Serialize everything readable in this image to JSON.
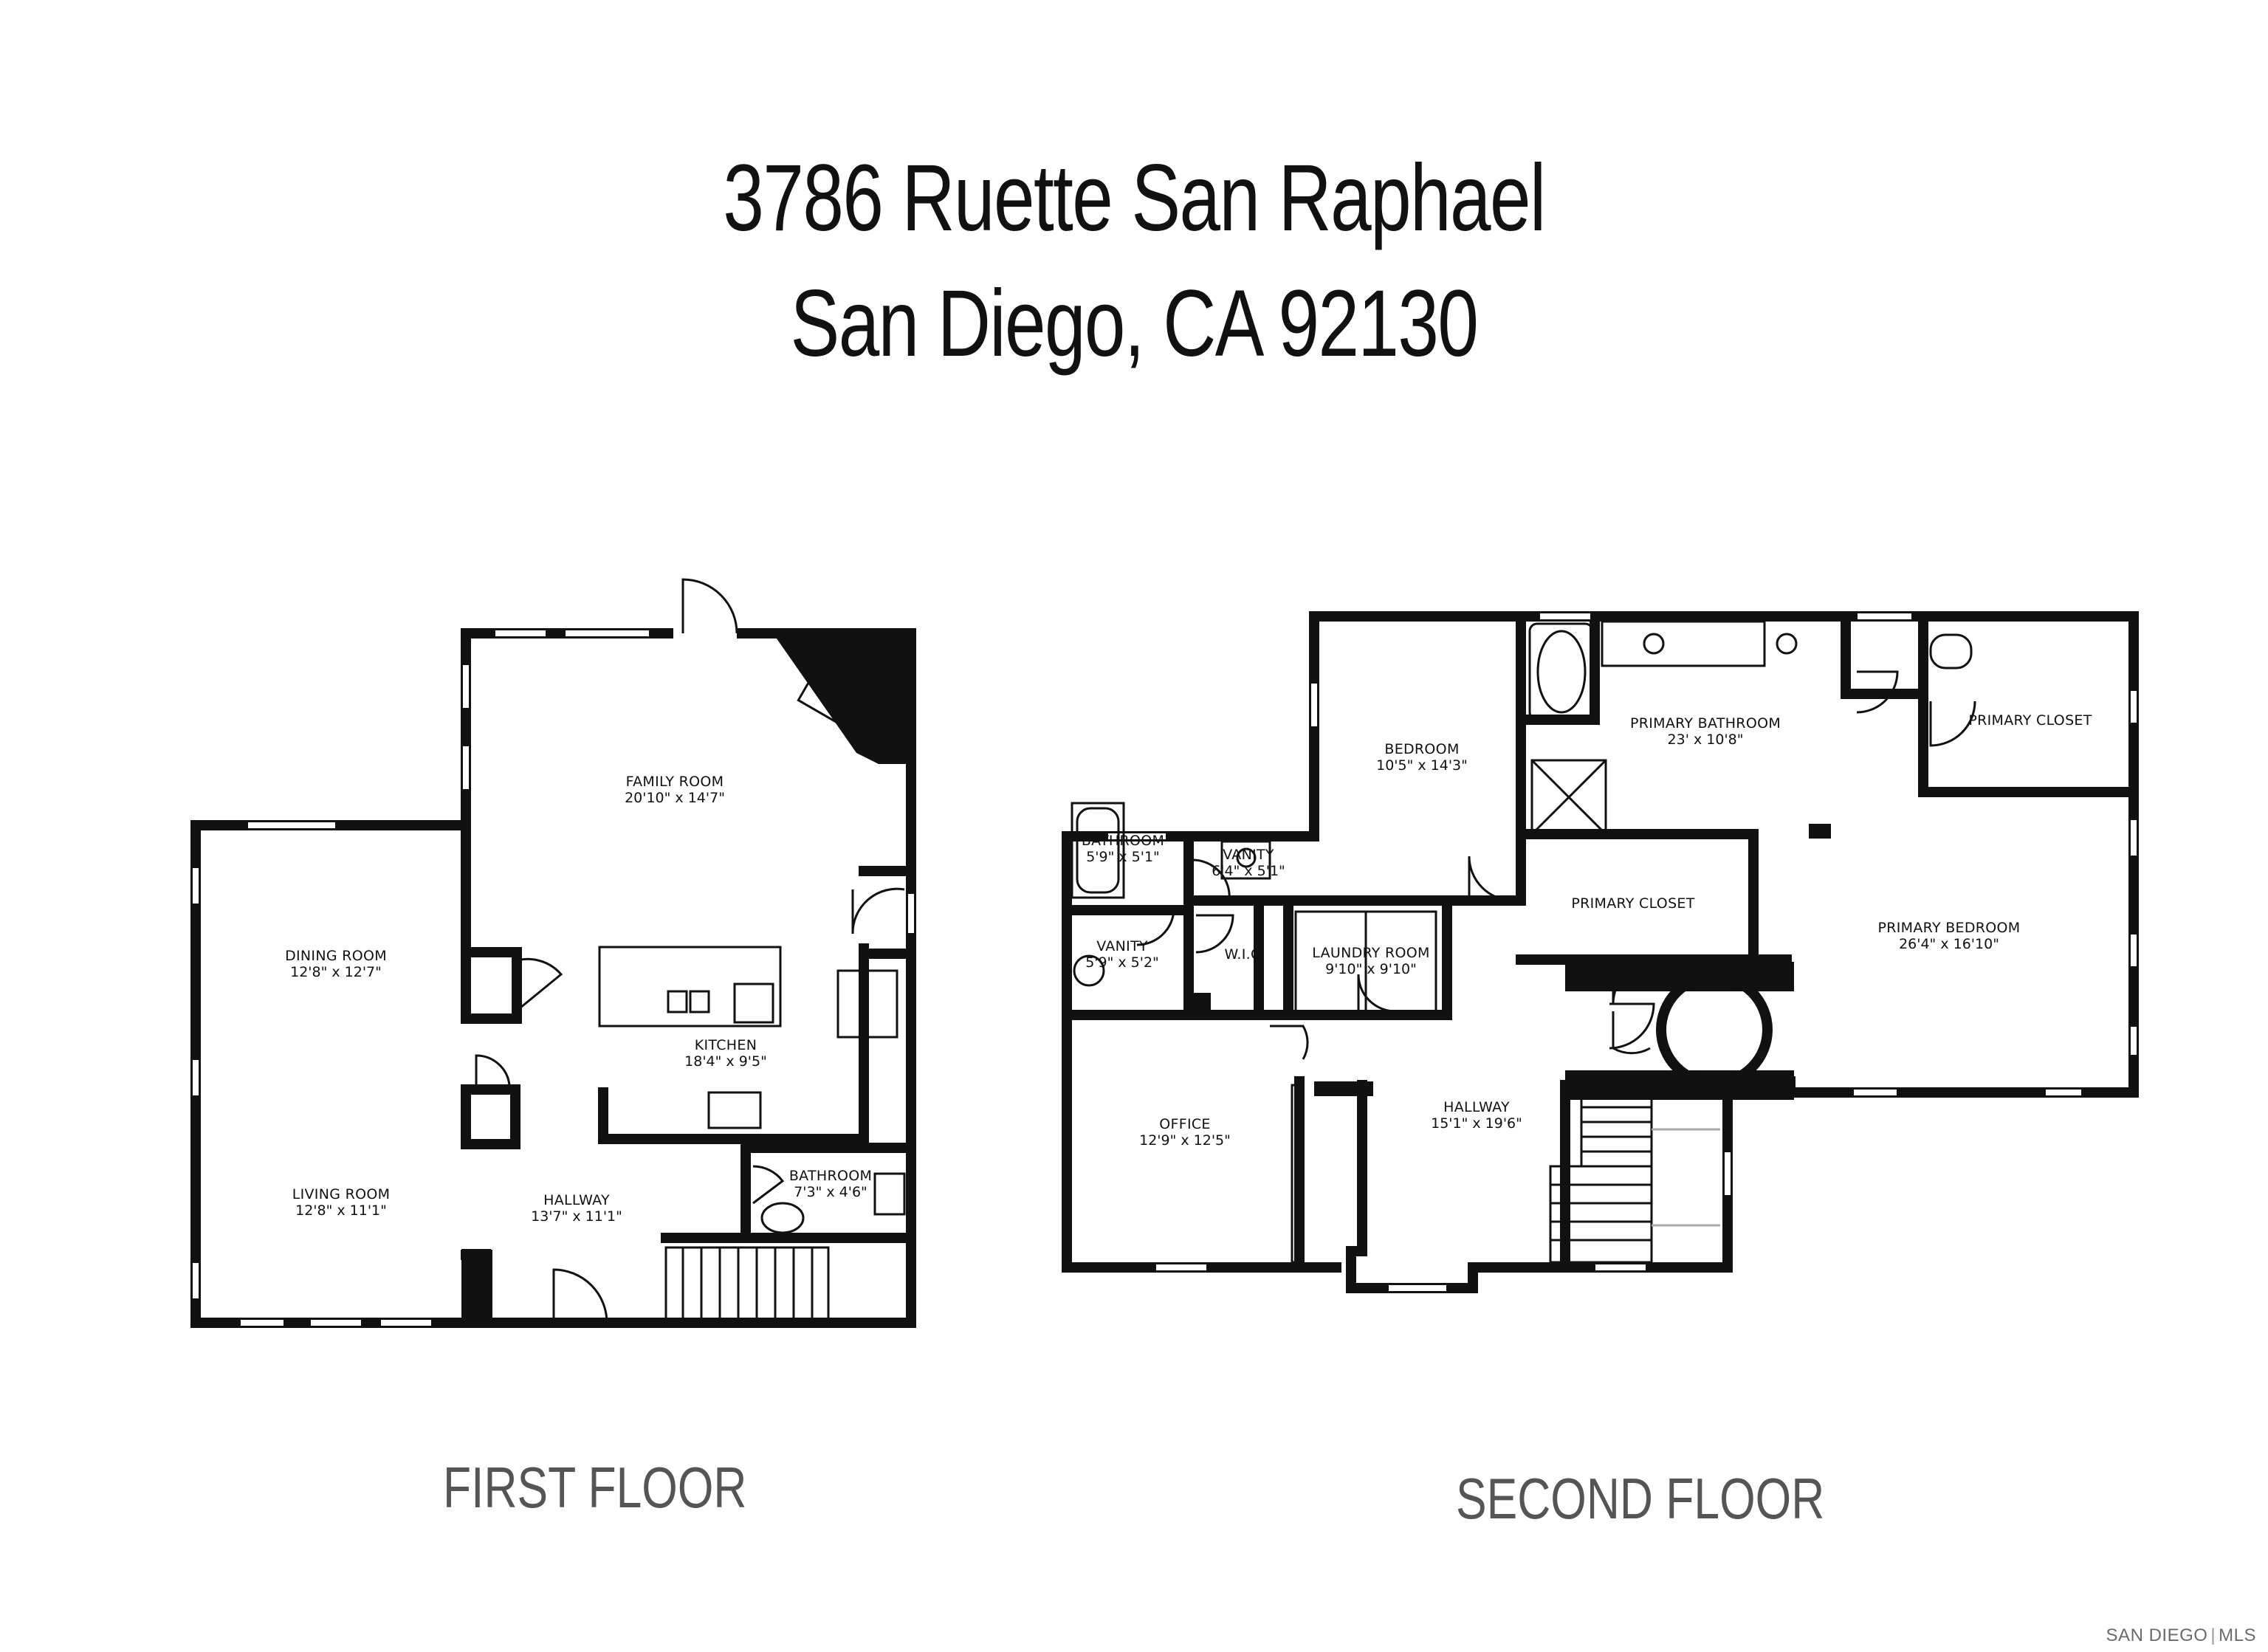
{
  "header": {
    "address_line1": "3786 Ruette San Raphael",
    "address_line2": "San Diego, CA 92130"
  },
  "floors": {
    "first": {
      "label": "FIRST FLOOR",
      "rooms": {
        "family_room": {
          "name": "FAMILY ROOM",
          "size": "20'10\" x 14'7\""
        },
        "dining_room": {
          "name": "DINING ROOM",
          "size": "12'8\" x 12'7\""
        },
        "kitchen": {
          "name": "KITCHEN",
          "size": "18'4\" x 9'5\""
        },
        "living_room": {
          "name": "LIVING ROOM",
          "size": "12'8\" x 11'1\""
        },
        "hallway": {
          "name": "HALLWAY",
          "size": "13'7\" x 11'1\""
        },
        "bathroom": {
          "name": "BATHROOM",
          "size": "7'3\" x 4'6\""
        }
      }
    },
    "second": {
      "label": "SECOND FLOOR",
      "rooms": {
        "bedroom": {
          "name": "BEDROOM",
          "size": "10'5\" x 14'3\""
        },
        "primary_bathroom": {
          "name": "PRIMARY BATHROOM",
          "size": "23' x 10'8\""
        },
        "primary_closet_1": {
          "name": "PRIMARY CLOSET"
        },
        "primary_closet_2": {
          "name": "PRIMARY CLOSET"
        },
        "bathroom": {
          "name": "BATHROOM",
          "size": "5'9\" x 5'1\""
        },
        "vanity_1": {
          "name": "VANITY",
          "size": "6'4\" x 5'1\""
        },
        "vanity_2": {
          "name": "VANITY",
          "size": "5'9\" x 5'2\""
        },
        "wic": {
          "name": "W.I.C"
        },
        "laundry_room": {
          "name": "LAUNDRY ROOM",
          "size": "9'10\" x 9'10\""
        },
        "primary_bedroom": {
          "name": "PRIMARY BEDROOM",
          "size": "26'4\" x 16'10\""
        },
        "office": {
          "name": "OFFICE",
          "size": "12'9\" x 12'5\""
        },
        "hallway": {
          "name": "HALLWAY",
          "size": "15'1\" x 19'6\""
        }
      }
    }
  },
  "footer": {
    "logo_left": "SAN DIEGO",
    "logo_right": "MLS"
  }
}
